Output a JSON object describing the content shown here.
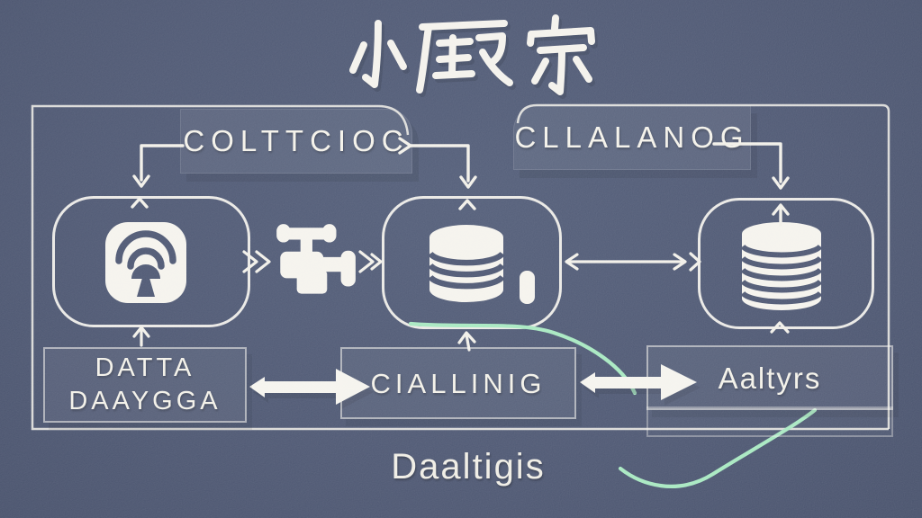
{
  "title": {
    "text": "小厩宗"
  },
  "flow": {
    "top_labels": [
      {
        "id": "collection",
        "text": "COLTTCIOC"
      },
      {
        "id": "catalog",
        "text": "CLLALANOG"
      }
    ],
    "nodes": [
      {
        "id": "source",
        "icon": "antenna-broadcast-icon"
      },
      {
        "id": "pipe",
        "icon": "faucet-icon"
      },
      {
        "id": "storage",
        "icon": "database-icon"
      },
      {
        "id": "warehouse",
        "icon": "database-stack-icon"
      }
    ],
    "bottom_labels": [
      {
        "id": "data",
        "lines": [
          "DATTA",
          "DAAYGGA"
        ]
      },
      {
        "id": "cleaning",
        "text": "CIALLINIG"
      },
      {
        "id": "analysis",
        "text": "Aaltyrs"
      }
    ],
    "caption": "Daaltigis"
  },
  "colors": {
    "background": "#4a5470",
    "line": "#f2f0e9",
    "icon_white": "#f5f3ed",
    "accent_green": "#a6e8c0"
  }
}
